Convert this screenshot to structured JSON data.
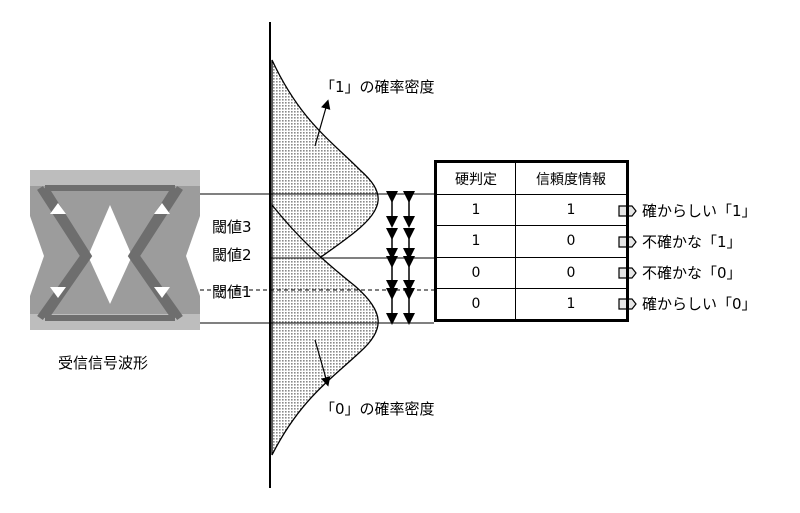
{
  "labels": {
    "density_one": "「1」の確率密度",
    "density_zero": "「0」の確率密度",
    "eye_caption": "受信信号波形",
    "threshold3": "閾値3",
    "threshold2": "閾値2",
    "threshold1": "閾値1"
  },
  "table": {
    "headers": [
      "硬判定",
      "信頼度情報"
    ],
    "rows": [
      [
        "1",
        "1"
      ],
      [
        "1",
        "0"
      ],
      [
        "0",
        "0"
      ],
      [
        "0",
        "1"
      ]
    ]
  },
  "outputs": [
    "確からしい「1」",
    "不確かな「1」",
    "不確かな「0」",
    "確からしい「0」"
  ],
  "colors": {
    "eye_bg": "#cfcfcf",
    "eye_trace": "#7a7a7a",
    "eye_open": "#ffffff",
    "density_fill": "#b8b8b8"
  }
}
